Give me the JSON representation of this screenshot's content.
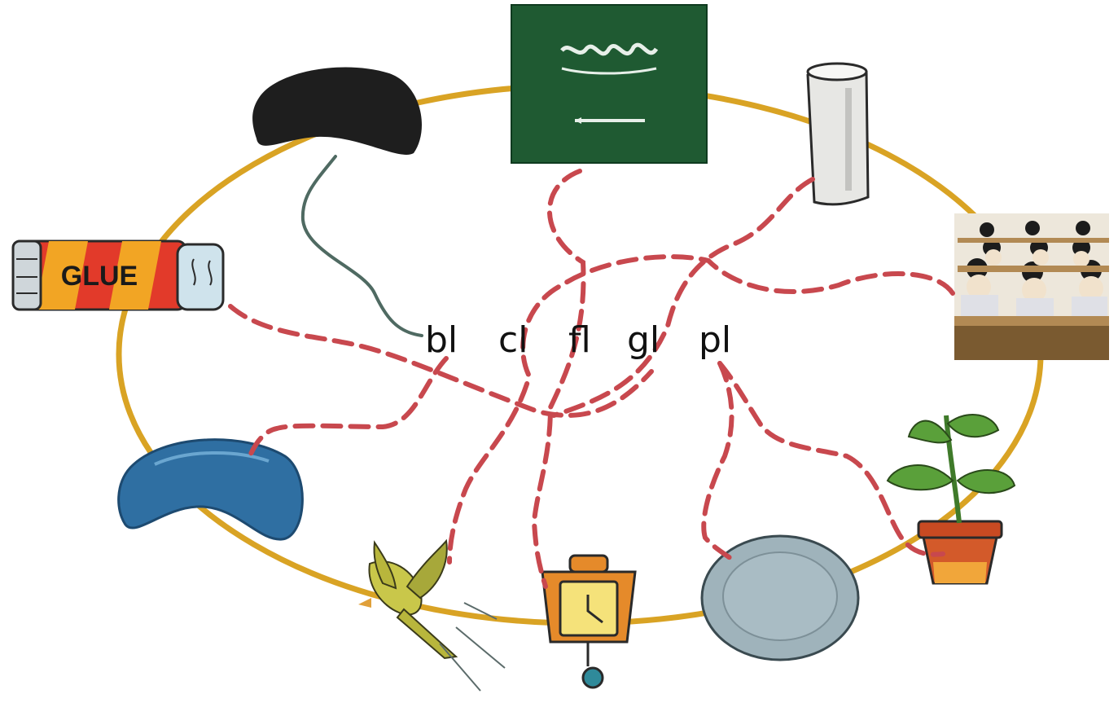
{
  "worksheet": {
    "blends": [
      "bl",
      "cl",
      "fl",
      "gl",
      "pl"
    ],
    "glue_label": "GLUE"
  },
  "pictures": [
    "black-bean",
    "saudi-flag",
    "glass",
    "classroom",
    "glue-stick",
    "blue-bean",
    "bird",
    "clock",
    "plate",
    "plant"
  ],
  "colors": {
    "ring": "#d9a324",
    "dash": "#c8484e",
    "hand_line": "#4f6a62"
  }
}
